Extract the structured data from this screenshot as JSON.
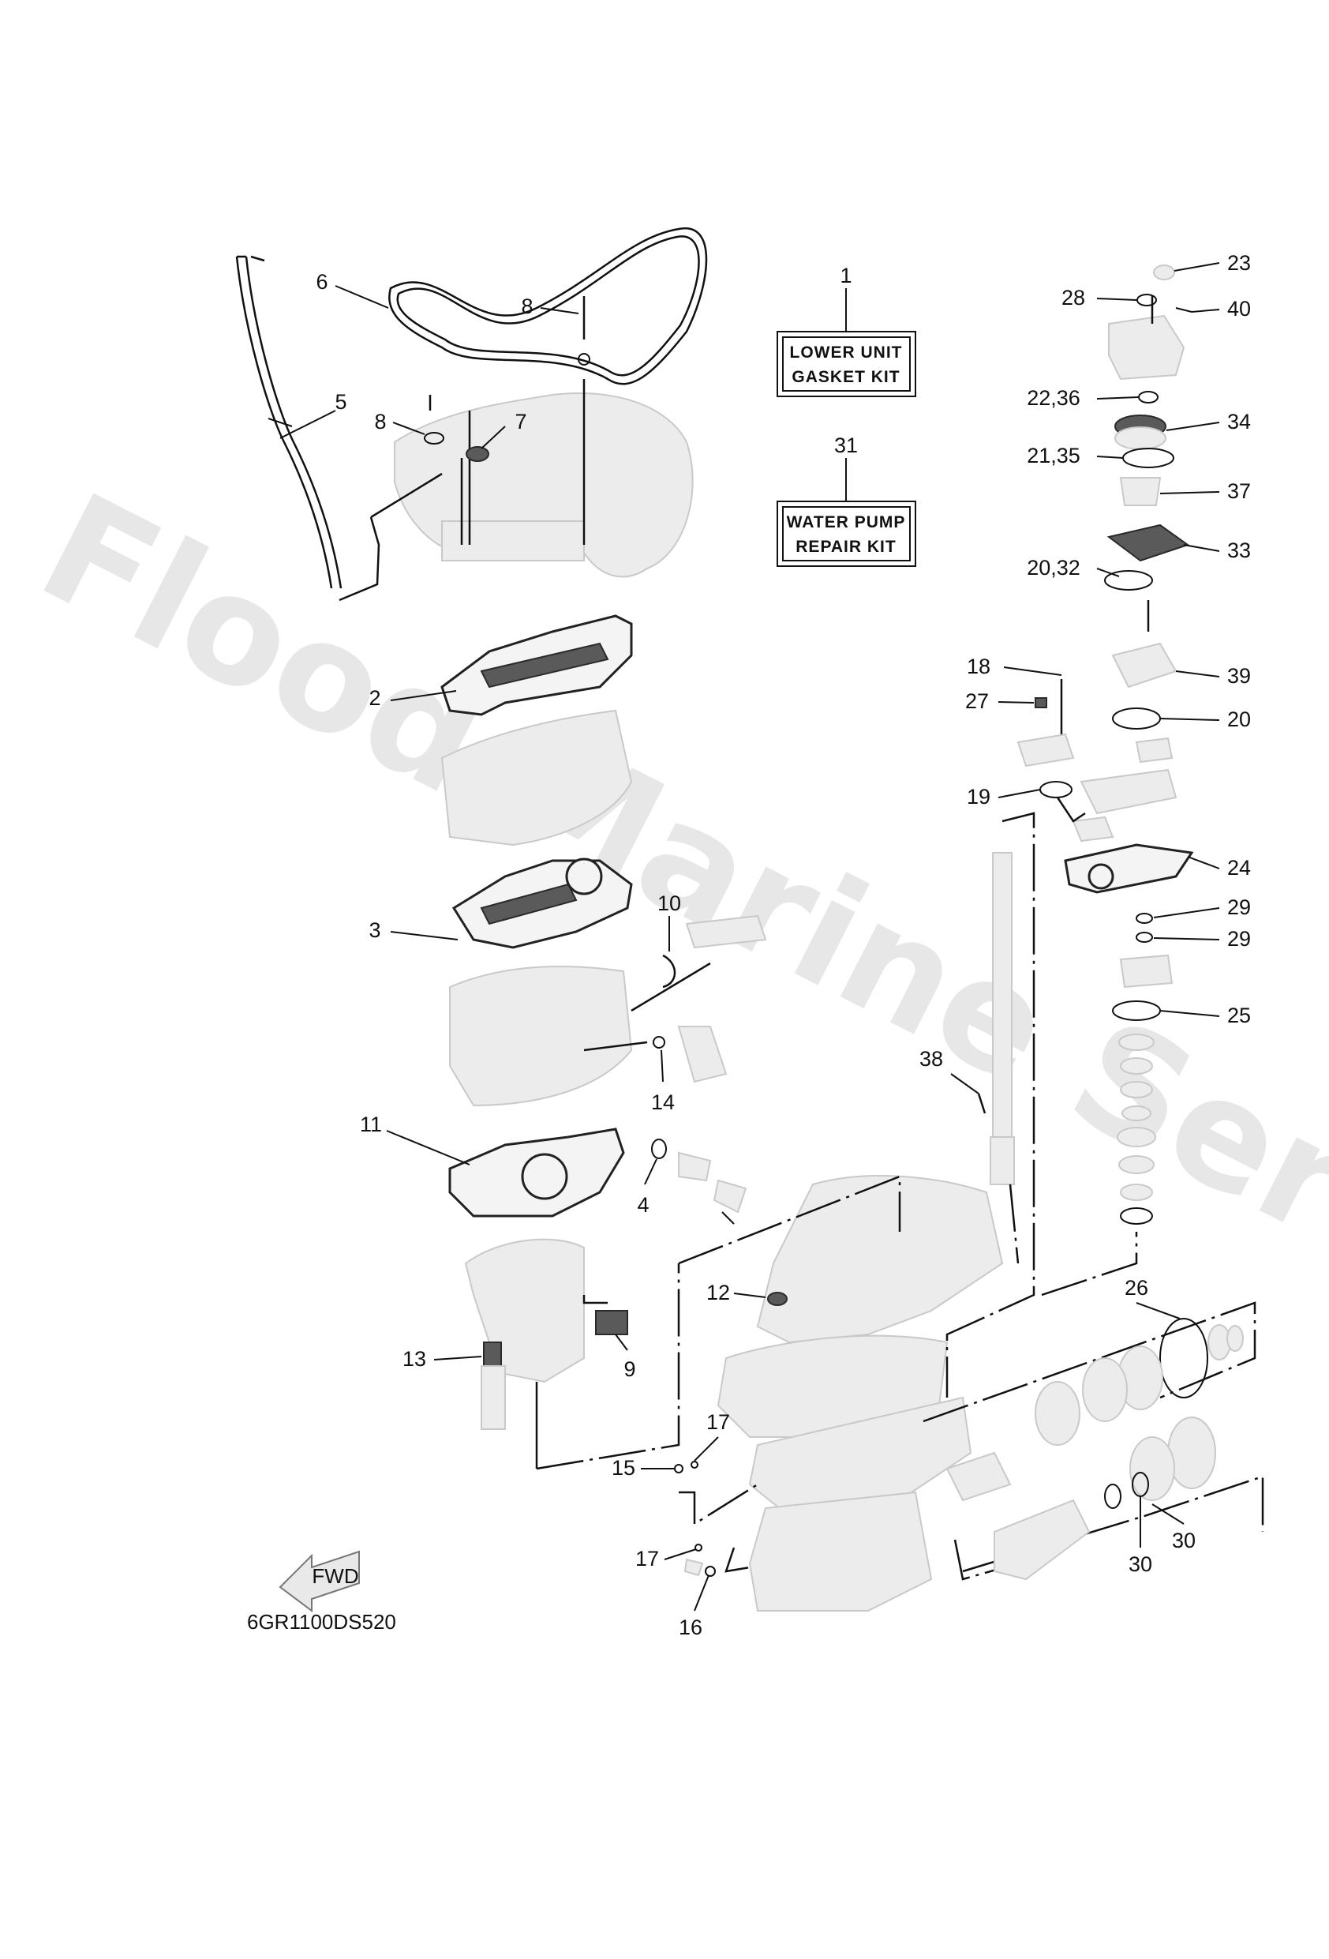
{
  "watermark": "Flood Marine Services",
  "diagram_code": "6GR1100DS520",
  "fwd_label": "FWD",
  "kits": [
    {
      "number": "1",
      "line1": "LOWER UNIT",
      "line2": "GASKET KIT"
    },
    {
      "number": "31",
      "line1": "WATER PUMP",
      "line2": "REPAIR KIT"
    }
  ],
  "callouts": [
    "1",
    "2",
    "3",
    "4",
    "5",
    "6",
    "7",
    "8",
    "8",
    "9",
    "10",
    "11",
    "12",
    "13",
    "14",
    "15",
    "16",
    "17",
    "17",
    "18",
    "19",
    "20",
    "20,32",
    "21,35",
    "22,36",
    "23",
    "24",
    "25",
    "26",
    "27",
    "28",
    "29",
    "29",
    "30",
    "30",
    "31",
    "33",
    "34",
    "37",
    "38",
    "39",
    "40"
  ]
}
